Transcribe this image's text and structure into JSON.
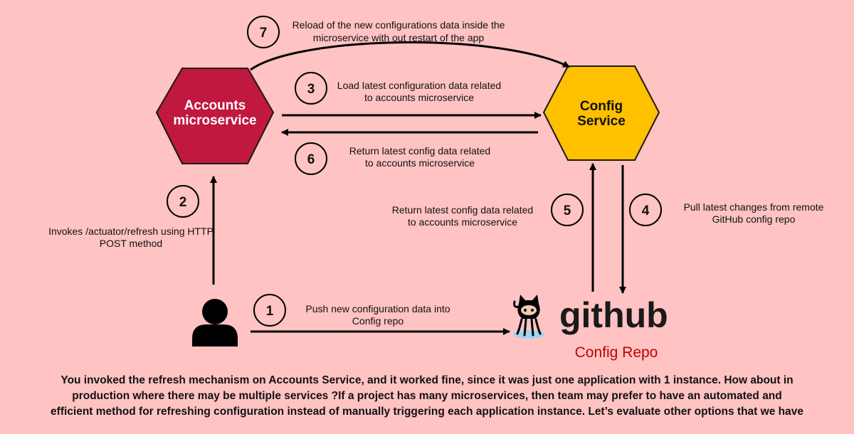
{
  "colors": {
    "background": "#ffc3c3",
    "accounts_hex": "#c0183f",
    "config_hex": "#ffc000",
    "config_repo_text": "#c00000",
    "line": "#000000"
  },
  "nodes": {
    "accounts": {
      "line1": "Accounts",
      "line2": "microservice"
    },
    "config": {
      "line1": "Config",
      "line2": "Service"
    },
    "user": {
      "icon": "person-icon"
    },
    "github": {
      "icon": "octocat-icon",
      "wordmark": "github",
      "sublabel": "Config Repo"
    }
  },
  "steps": [
    {
      "num": "1",
      "line1": "Push new configuration data into",
      "line2": "Config repo"
    },
    {
      "num": "2",
      "line1": "Invokes /actuator/refresh using HTTP",
      "line2": "POST method"
    },
    {
      "num": "3",
      "line1": "Load latest configuration data related",
      "line2": "to accounts microservice"
    },
    {
      "num": "4",
      "line1": "Pull latest changes from remote",
      "line2": "GitHub config repo"
    },
    {
      "num": "5",
      "line1": "Return latest config data related",
      "line2": "to accounts microservice"
    },
    {
      "num": "6",
      "line1": "Return latest config data related",
      "line2": "to accounts microservice"
    },
    {
      "num": "7",
      "line1": "Reload of the new configurations data inside the",
      "line2": "microservice with out restart of the app"
    }
  ],
  "footer": {
    "line1": "You invoked the refresh mechanism on Accounts Service, and it worked fine, since it was just one application with 1 instance. How about in",
    "line2": "production where there may be multiple services ?If a project has many microservices, then team may prefer to have an automated and",
    "line3": "efficient method for refreshing configuration instead of manually triggering each application instance.  Let’s evaluate other options that we have"
  }
}
